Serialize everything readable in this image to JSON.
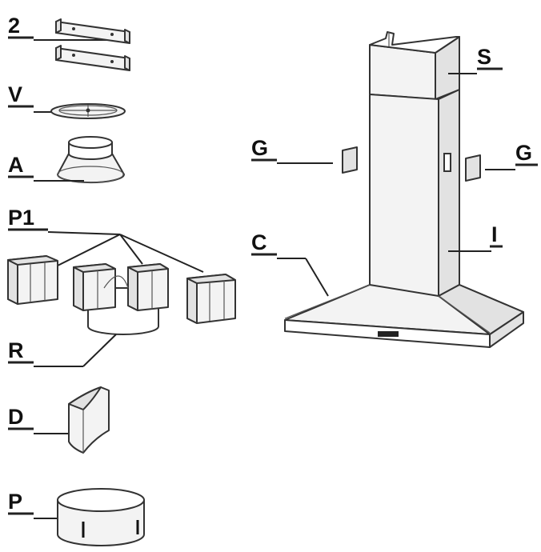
{
  "labels": {
    "bracket": "2",
    "valve": "V",
    "adapter": "A",
    "filters": "P1",
    "reducer": "R",
    "deflector": "D",
    "pipe": "P",
    "upper_chimney": "S",
    "grille_left": "G",
    "grille_right": "G",
    "canopy": "C",
    "inner_chimney": "I"
  }
}
